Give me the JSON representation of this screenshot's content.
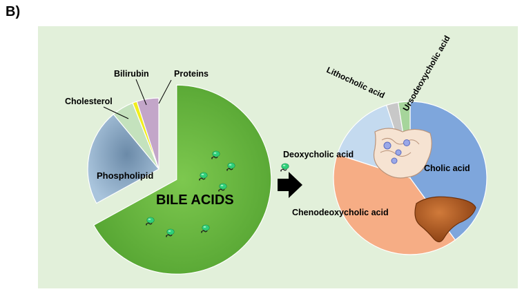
{
  "panel_label": "B)",
  "left_pie": {
    "slices": [
      {
        "label": "BILE ACIDS",
        "value": 67,
        "color": "#5fb33b"
      },
      {
        "label": "Phospholipid",
        "value": 22,
        "color": "#a9c4dc"
      },
      {
        "label": "Cholesterol",
        "value": 5,
        "color": "#c4e2bd"
      },
      {
        "label": "Bilirubin",
        "value": 1,
        "color": "#f1ee1e"
      },
      {
        "label": "Proteins",
        "value": 5,
        "color": "#c3a6c9"
      }
    ]
  },
  "right_pie": {
    "slices": [
      {
        "label": "Cholic acid",
        "value": 40,
        "color": "#7ea6dc"
      },
      {
        "label": "Chenodeoxycholic acid",
        "value": 40,
        "color": "#f6ad85"
      },
      {
        "label": "Deoxycholic acid",
        "value": 15,
        "color": "#c4daef"
      },
      {
        "label": "Lithocholic acid",
        "value": 2.5,
        "color": "#c8c8c8"
      },
      {
        "label": "Ursodeoxycholic acid",
        "value": 2.5,
        "color": "#a6d59b"
      }
    ]
  },
  "colors": {
    "panel_background": "#e2f0da",
    "arrow": "#000000",
    "molecule": "#2fd07a",
    "liver": "#a9521c"
  },
  "icons": [
    "bile-acid-molecule-icon",
    "right-arrow-icon",
    "intestine-icon",
    "liver-icon"
  ]
}
